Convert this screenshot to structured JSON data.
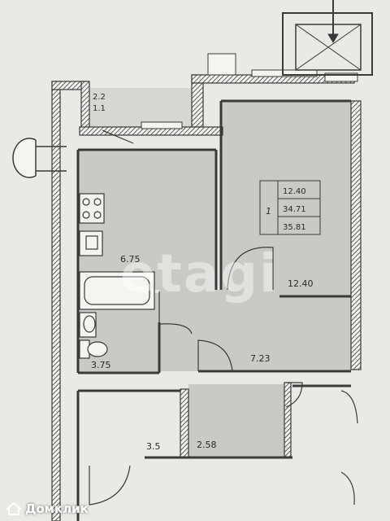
{
  "balcony": {
    "area_top": "2.2",
    "area_bottom": "1.1"
  },
  "rooms": {
    "kitchen": "6.75",
    "living": "12.40",
    "bathroom": "3.75",
    "hall": "7.23",
    "storage": "2.58",
    "lower_left": "3.5"
  },
  "summary": {
    "count": "1",
    "living_area": "12.40",
    "total_area": "34.71",
    "total_with_balcony": "35.81"
  },
  "watermark": "etagi",
  "brand": {
    "name": "Домклик",
    "icon": "house-icon",
    "color": "#ffffff"
  },
  "colors": {
    "room_fill": "#c9c9c5",
    "wall": "#3a3a3a",
    "paper": "#e9e9e5"
  }
}
